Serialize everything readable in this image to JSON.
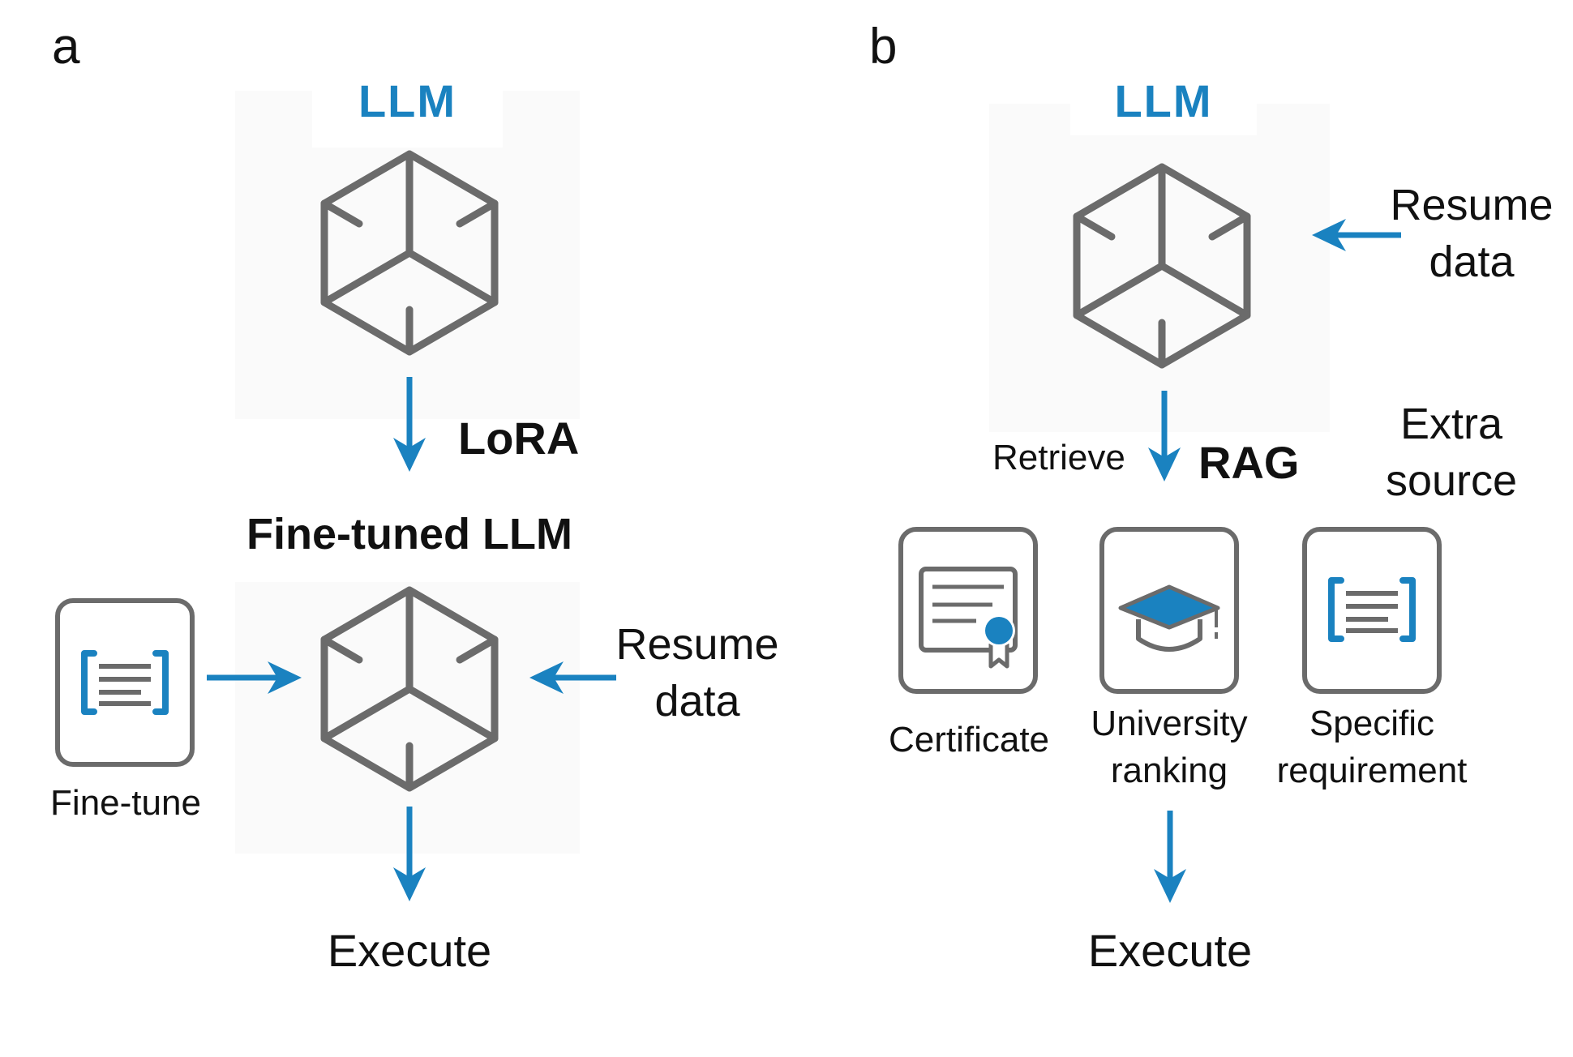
{
  "panel_a": {
    "letter": "a",
    "llm_label": "LLM",
    "method_label": "LoRA",
    "finetuned_label": "Fine-tuned LLM",
    "finetune_label": "Fine-tune",
    "resume_line1": "Resume",
    "resume_line2": "data",
    "execute_label": "Execute"
  },
  "panel_b": {
    "letter": "b",
    "llm_label": "LLM",
    "resume_line1": "Resume",
    "resume_line2": "data",
    "retrieve_label": "Retrieve",
    "method_label": "RAG",
    "extra_line1": "Extra",
    "extra_line2": "source",
    "sources": [
      {
        "line1": "Certificate",
        "line2": ""
      },
      {
        "line1": "University",
        "line2": "ranking"
      },
      {
        "line1": "Specific",
        "line2": "requirement"
      }
    ],
    "execute_label": "Execute"
  },
  "colors": {
    "accent": "#1a82c0",
    "icon_gray": "#6b6b6b"
  }
}
